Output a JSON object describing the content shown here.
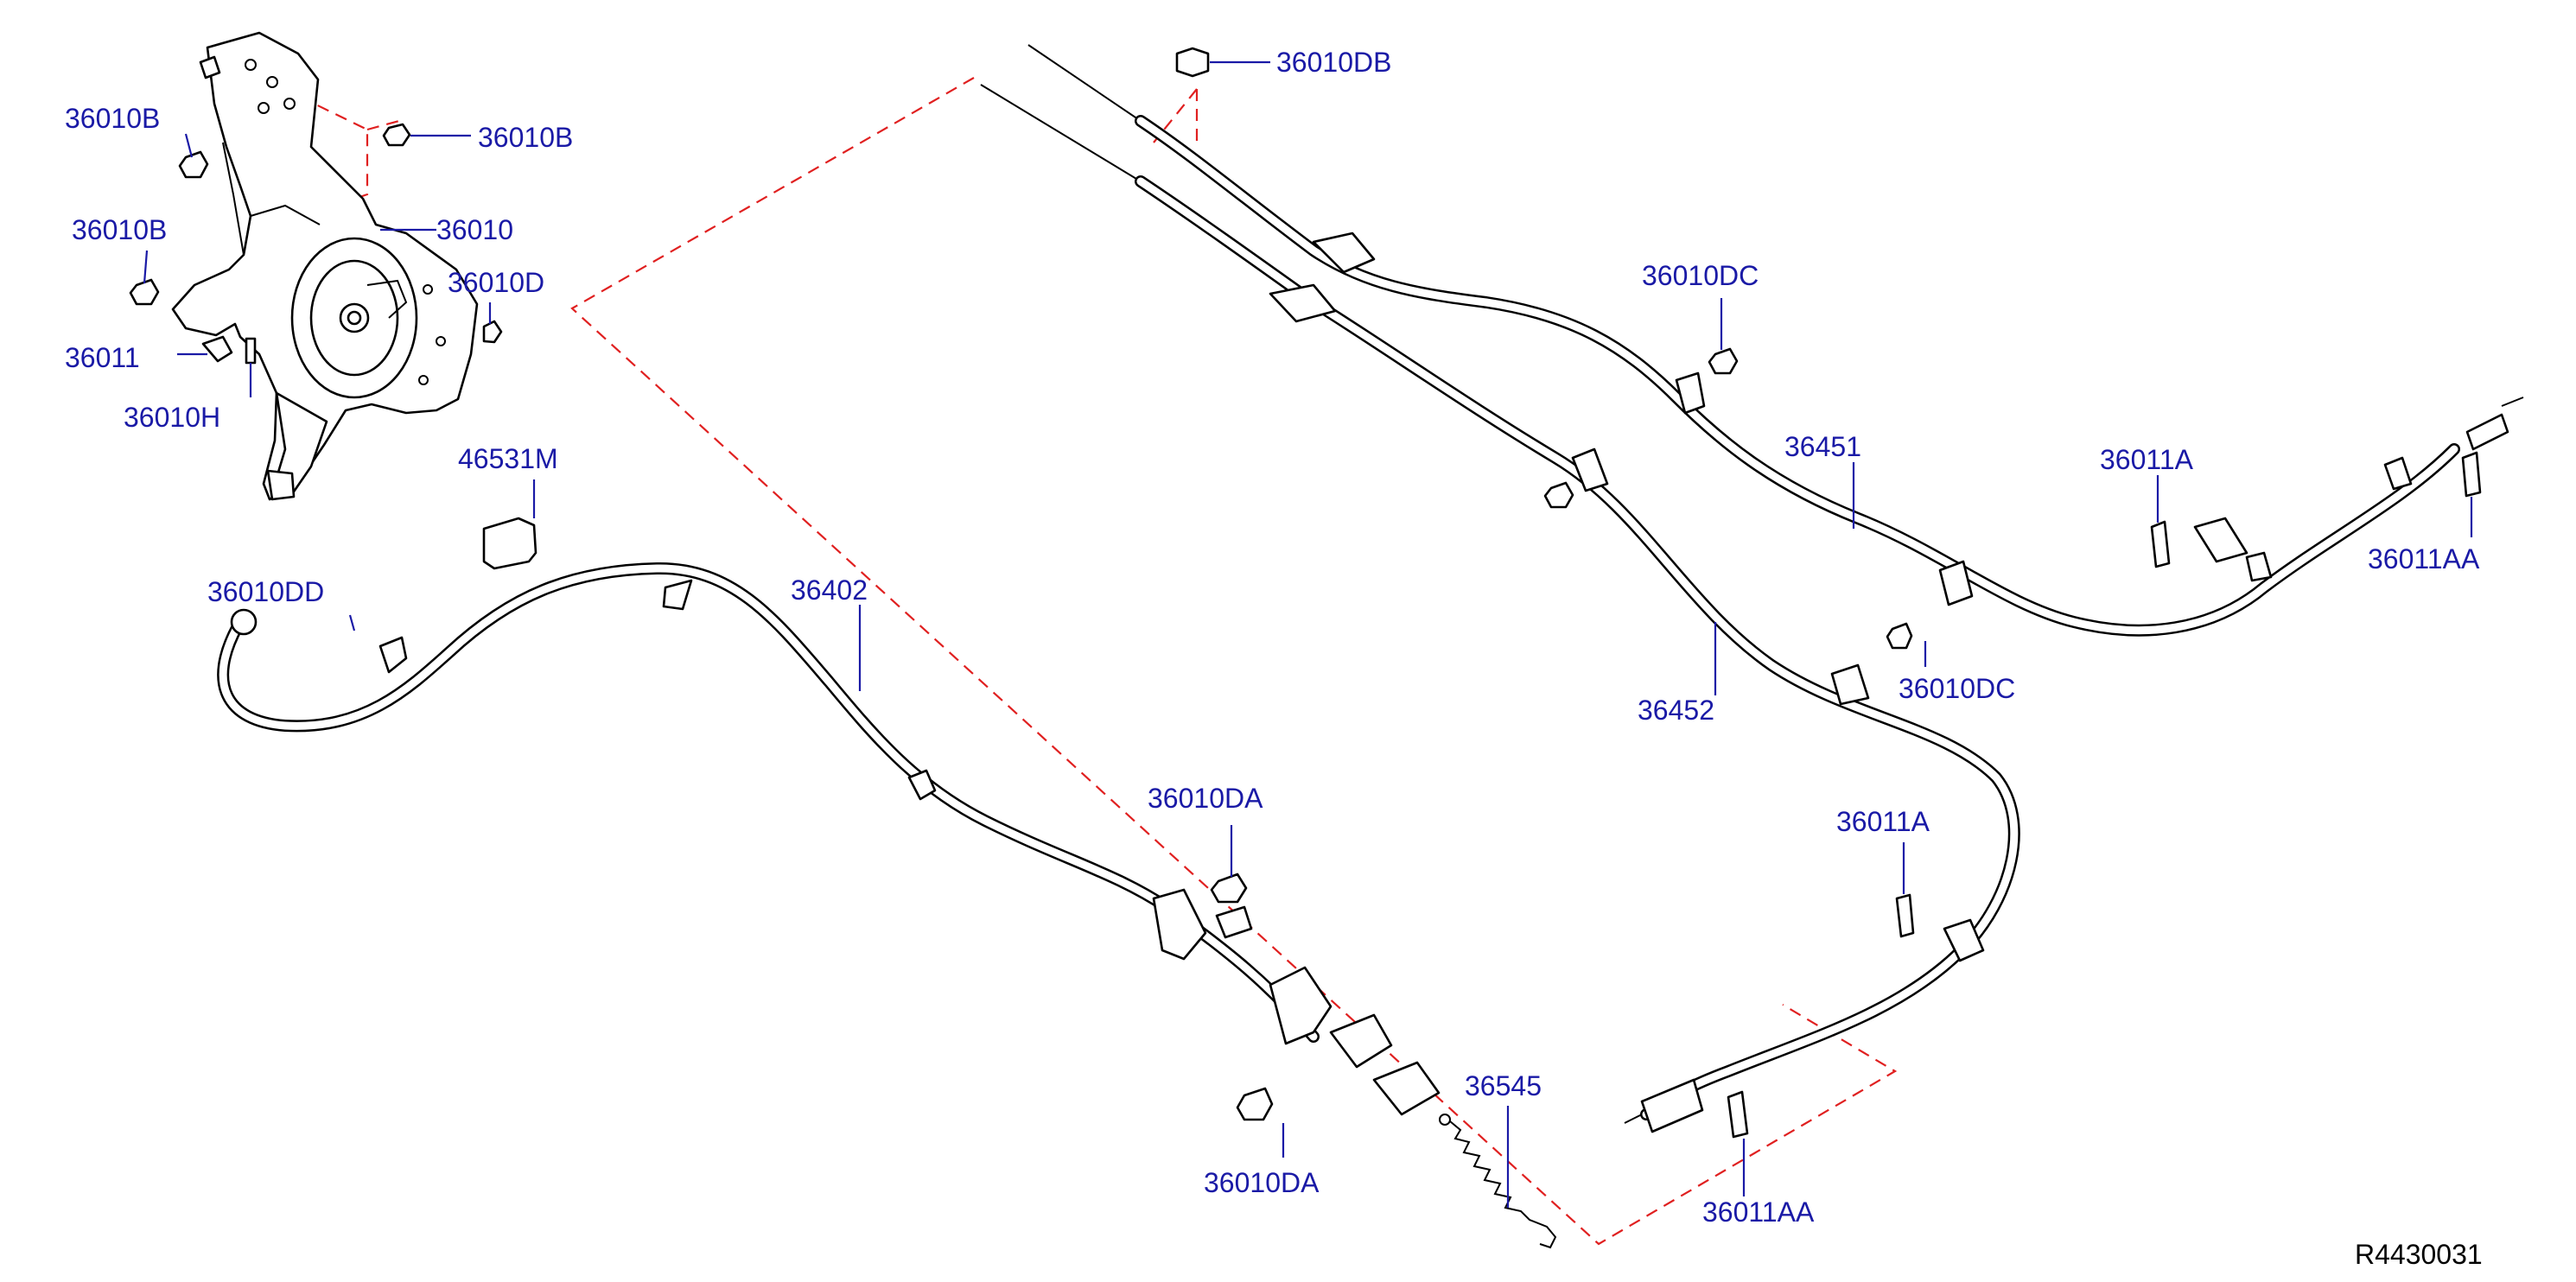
{
  "diagram": {
    "reference_code": "R4430031",
    "callouts": [
      {
        "id": "c1",
        "label": "36010B"
      },
      {
        "id": "c2",
        "label": "36010B"
      },
      {
        "id": "c3",
        "label": "36010B"
      },
      {
        "id": "c4",
        "label": "36010"
      },
      {
        "id": "c5",
        "label": "36010D"
      },
      {
        "id": "c6",
        "label": "36011"
      },
      {
        "id": "c7",
        "label": "36010H"
      },
      {
        "id": "c8",
        "label": "46531M"
      },
      {
        "id": "c9",
        "label": "36010DD"
      },
      {
        "id": "c10",
        "label": "36402"
      },
      {
        "id": "c11",
        "label": "36010DB"
      },
      {
        "id": "c12",
        "label": "36010DC"
      },
      {
        "id": "c13",
        "label": "36451"
      },
      {
        "id": "c14",
        "label": "36011A"
      },
      {
        "id": "c15",
        "label": "36011AA"
      },
      {
        "id": "c16",
        "label": "36452"
      },
      {
        "id": "c17",
        "label": "36010DC"
      },
      {
        "id": "c18",
        "label": "36011A"
      },
      {
        "id": "c19",
        "label": "36010DA"
      },
      {
        "id": "c20",
        "label": "36545"
      },
      {
        "id": "c21",
        "label": "36010DA"
      },
      {
        "id": "c22",
        "label": "36011AA"
      }
    ],
    "colors": {
      "callout_text": "#1a1aa6",
      "line_art": "#000000",
      "dashed_outline": "#e02020",
      "background": "#ffffff"
    }
  }
}
